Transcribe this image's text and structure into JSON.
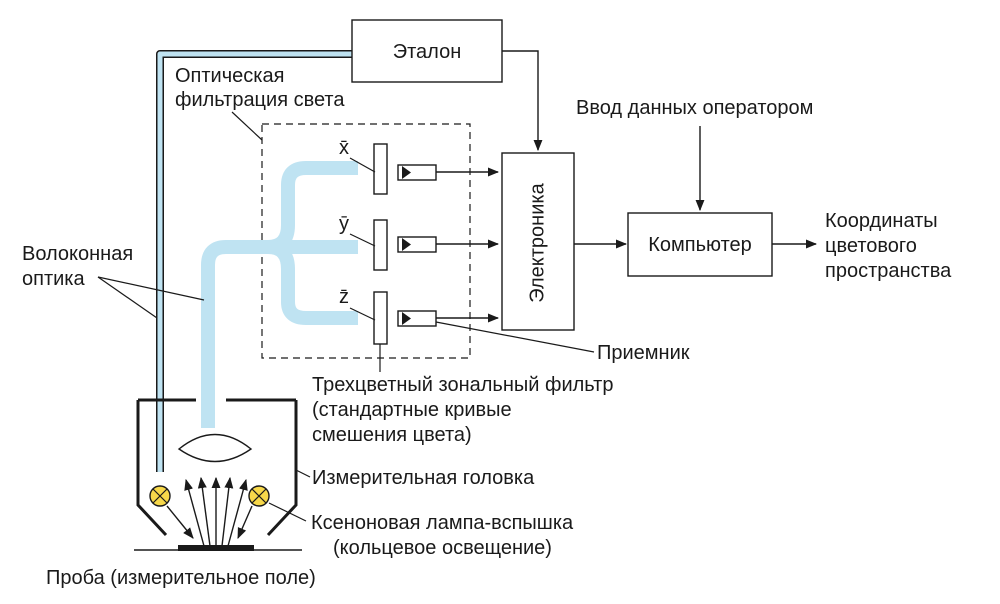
{
  "colors": {
    "fiber": "#bfe3f2",
    "ink": "#1a1a1a",
    "lamp": "#f7d84a"
  },
  "labels": {
    "etalon": "Эталон",
    "optical_filtration_line1": "Оптическая",
    "optical_filtration_line2": "фильтрация света",
    "operator_input": "Ввод данных оператором",
    "electronics": "Электроника",
    "computer": "Компьютер",
    "coords_line1": "Координаты",
    "coords_line2": "цветового",
    "coords_line3": "пространства",
    "fiber_optics_line1": "Волоконная",
    "fiber_optics_line2": "оптика",
    "receiver": "Приемник",
    "filter_line1": "Трехцветный зональный фильтр",
    "filter_line2": "(стандартные кривые",
    "filter_line3": "смешения цвета)",
    "measuring_head": "Измерительная головка",
    "lamp_line1": "Ксеноновая лампа-вспышка",
    "lamp_line2": "(кольцевое освещение)",
    "sample": "Проба (измерительное поле)",
    "x_bar": "x̄",
    "y_bar": "ȳ",
    "z_bar": "z̄"
  }
}
